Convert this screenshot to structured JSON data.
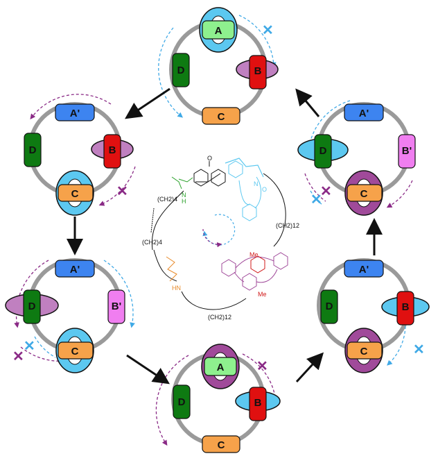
{
  "colors": {
    "A": "#8ef08e",
    "A_prime": "#3d84f0",
    "B": "#e01010",
    "B_prime": "#f07ef0",
    "C": "#f6a24a",
    "D": "#0e7a12",
    "ring_cyan": "#5cc8f0",
    "ring_purple": "#a04a9a",
    "track": "#9a9a9a",
    "arrow_cyan": "#3fa9e6",
    "arrow_purple": "#8a2a86"
  },
  "labels": {
    "A": "A",
    "A_prime": "A'",
    "B": "B",
    "B_prime": "B'",
    "C": "C",
    "D": "D",
    "blocked": "✕"
  },
  "center_molecule": {
    "chain_upper": "(CH2)4",
    "chain_lower": "(CH2)4",
    "chain_right": "(CH2)12",
    "chain_bottom": "(CH2)12",
    "nh_left": "N",
    "nh_left_h": "H",
    "nh_amide": "HN",
    "methyl_top": "Me",
    "methyl_bottom": "Me",
    "oxygen_top": "O",
    "nitrogen_cyan": "N",
    "oxygen_cyan": "O"
  },
  "states": [
    {
      "id": "top",
      "station_left": "D",
      "station_top": "A",
      "station_right": "B",
      "station_bottom": "C"
    },
    {
      "id": "left-upper",
      "station_left": "D",
      "station_top": "A'",
      "station_right": "B",
      "station_bottom": "C"
    },
    {
      "id": "left-lower",
      "station_left": "D",
      "station_top": "A'",
      "station_right": "B'",
      "station_bottom": "C"
    },
    {
      "id": "bottom",
      "station_left": "D",
      "station_top": "A",
      "station_right": "B",
      "station_bottom": "C"
    },
    {
      "id": "right-lower",
      "station_left": "D",
      "station_top": "A'",
      "station_right": "B",
      "station_bottom": "C"
    },
    {
      "id": "right-upper",
      "station_left": "D",
      "station_top": "A'",
      "station_right": "B'",
      "station_bottom": "C"
    }
  ]
}
